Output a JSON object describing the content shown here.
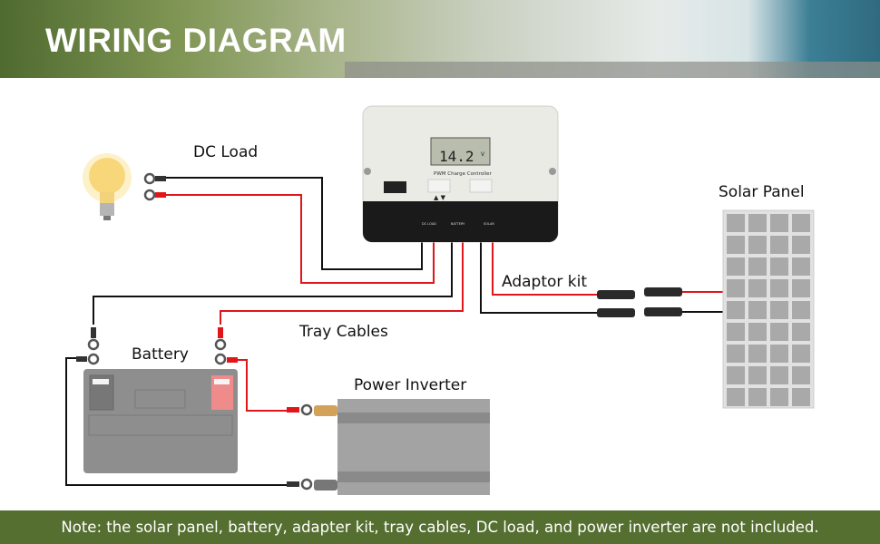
{
  "header": {
    "title": "WIRING DIAGRAM"
  },
  "controller": {
    "display_value": "14.2",
    "display_unit": "V",
    "model_label": "PWM Charge Controller",
    "terminal_labels": [
      "DC LOAD",
      "BATTERY",
      "SOLAR"
    ]
  },
  "labels": {
    "dc_load": "DC Load",
    "solar_panel": "Solar Panel",
    "adaptor_kit": "Adaptor kit",
    "tray_cables": "Tray Cables",
    "battery": "Battery",
    "power_inverter": "Power Inverter"
  },
  "footer": {
    "note": "Note: the solar panel, battery, adapter kit, tray cables, DC load, and power inverter are not included."
  },
  "colors": {
    "positive_wire": "#e0161b",
    "negative_wire": "#111111",
    "footer_bg": "#556f30"
  }
}
